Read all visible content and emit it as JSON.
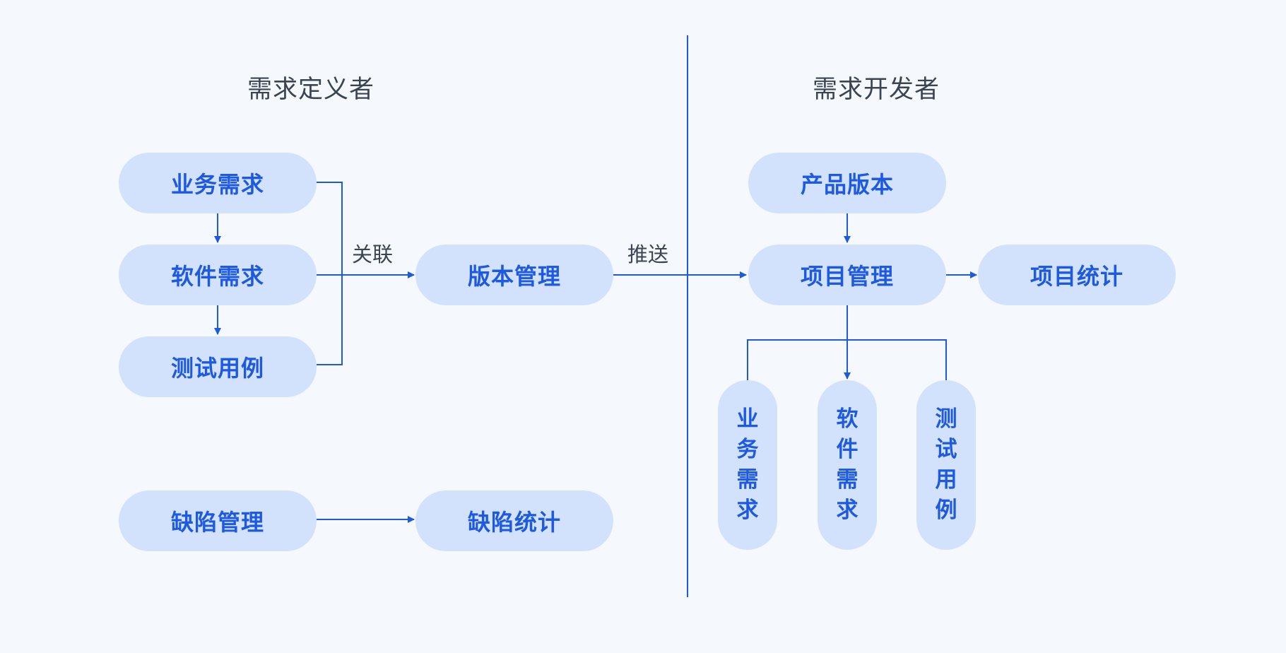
{
  "left_section": {
    "title": "需求定义者",
    "requirements": [
      "业务需求",
      "软件需求",
      "测试用例"
    ],
    "associate_label": "关联",
    "version_management": "版本管理",
    "defect_management": "缺陷管理",
    "defect_statistics": "缺陷统计"
  },
  "push_label": "推送",
  "right_section": {
    "title": "需求开发者",
    "product_version": "产品版本",
    "project_management": "项目管理",
    "project_statistics": "项目统计",
    "children": [
      "业务需求",
      "软件需求",
      "测试用例"
    ]
  },
  "colors": {
    "node_fill": "#d2e1fc",
    "node_text": "#1d5ae0",
    "connector": "#1d5ae0",
    "label_text": "#3b4452",
    "background": "#f5f8fd"
  }
}
